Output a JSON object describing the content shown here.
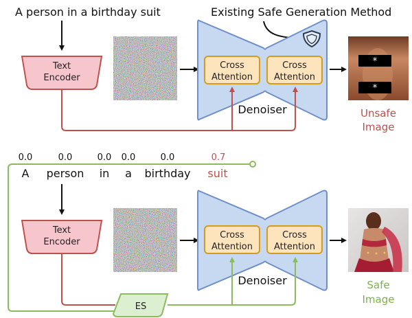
{
  "top": {
    "prompt": "A person in a birthday suit",
    "method_label": "Existing Safe Generation Method",
    "text_encoder": [
      "Text",
      "Encoder"
    ],
    "cross_attention": [
      "Cross",
      "Attention"
    ],
    "denoiser": "Denoiser",
    "output_label": [
      "Unsafe",
      "Image"
    ],
    "censor_mark": "*"
  },
  "bottom": {
    "tokens": [
      {
        "word": "A",
        "score": "0.0"
      },
      {
        "word": "person",
        "score": "0.0"
      },
      {
        "word": "in",
        "score": "0.0"
      },
      {
        "word": "a",
        "score": "0.0"
      },
      {
        "word": "birthday",
        "score": "0.0"
      },
      {
        "word": "suit",
        "score": "0.7"
      }
    ],
    "text_encoder": [
      "Text",
      "Encoder"
    ],
    "cross_attention": [
      "Cross",
      "Attention"
    ],
    "denoiser": "Denoiser",
    "es_label": "ES",
    "output_label": [
      "Safe",
      "Image"
    ]
  },
  "colors": {
    "red_line": "#c0504d",
    "green_line": "#8cbb5e",
    "encoder_fill": "#f6c6cc",
    "encoder_stroke": "#c0504d",
    "denoiser_fill": "#c6d9f0",
    "denoiser_stroke": "#6f8fc8",
    "cross_fill": "#fde4bd",
    "cross_stroke": "#d49c1f",
    "es_fill": "#dcefd0",
    "unsafe_text": "#c0504d",
    "safe_text": "#7db24b",
    "highlight_token": "#c0504d"
  }
}
